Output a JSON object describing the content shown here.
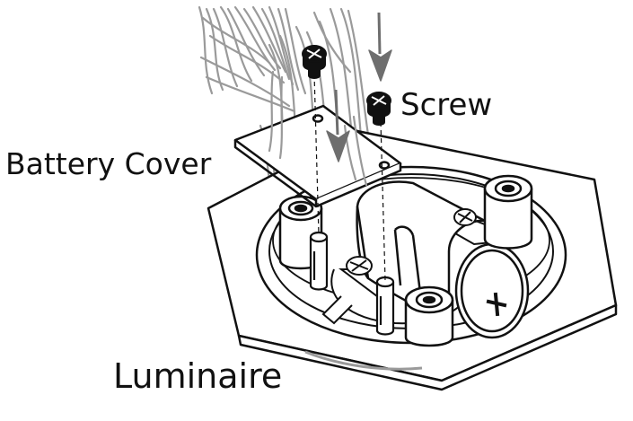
{
  "labels": {
    "screw": "Screw",
    "battery_cover": "Battery Cover",
    "luminaire": "Luminaire"
  },
  "colors": {
    "line": "#111111",
    "wire": "#9a9a9a",
    "arrow": "#6e6e6e",
    "background": "#ffffff"
  },
  "icons": {
    "battery_terminal": "plus-sign"
  }
}
